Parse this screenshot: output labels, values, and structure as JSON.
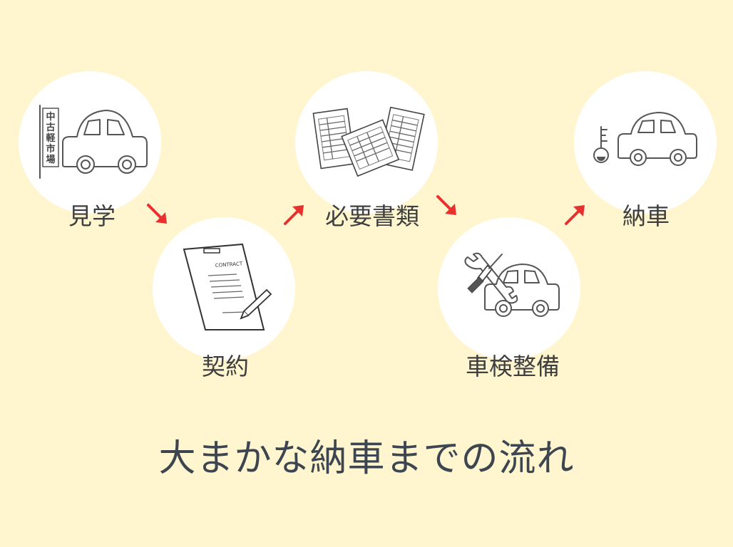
{
  "title": "大まかな納車までの流れ",
  "steps": [
    {
      "label": "見学",
      "sign": [
        "中",
        "古",
        "軽",
        "市",
        "場"
      ]
    },
    {
      "label": "契約",
      "doc_heading": "CONTRACT"
    },
    {
      "label": "必要書類"
    },
    {
      "label": "車検整備"
    },
    {
      "label": "納車"
    }
  ],
  "colors": {
    "background": "#fff6cf",
    "circle": "#ffffff",
    "arrow": "#e8302f",
    "text": "#3f3f3f",
    "title": "#3d4650"
  },
  "icons": [
    "car-icon",
    "flag-icon",
    "contract-icon",
    "pen-icon",
    "documents-icon",
    "wrench-icon",
    "screwdriver-icon",
    "key-icon",
    "arrow-icon"
  ]
}
